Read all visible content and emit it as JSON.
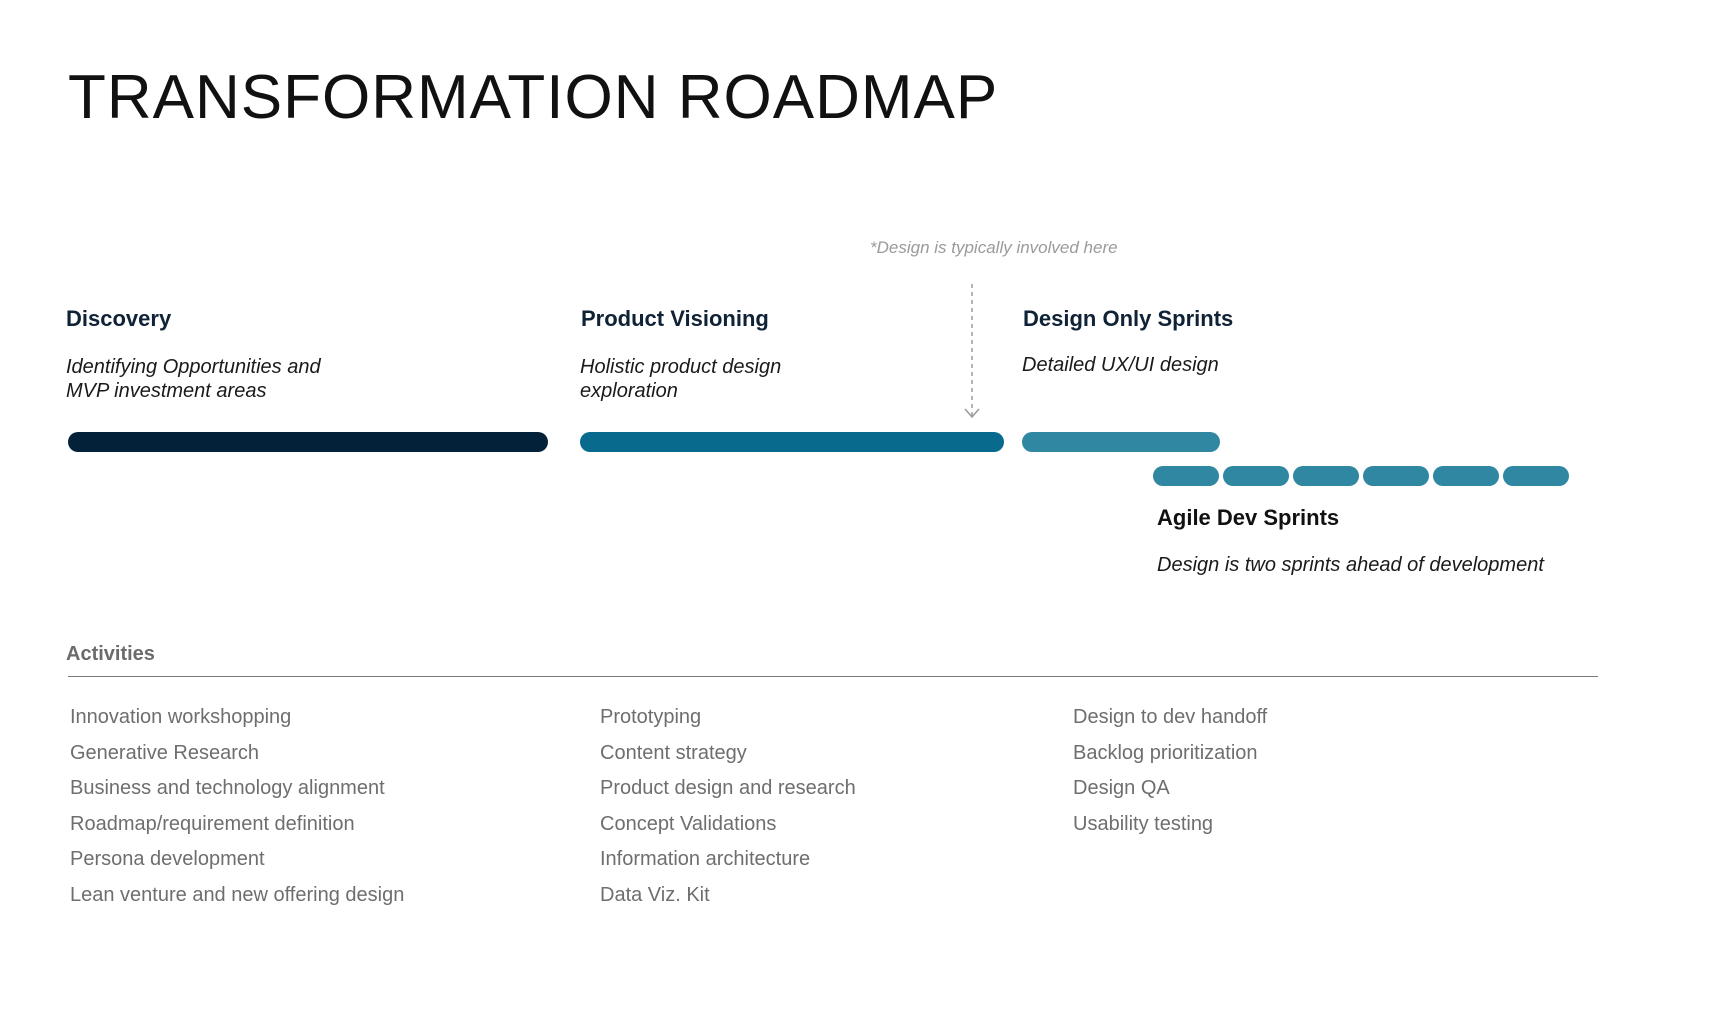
{
  "title": "TRANSFORMATION ROADMAP",
  "design_note": "*Design is typically involved here",
  "phases": [
    {
      "title": "Discovery",
      "desc_lines": [
        "Identifying Opportunities and",
        "MVP investment areas"
      ]
    },
    {
      "title": "Product Visioning",
      "desc_lines": [
        "Holistic product design",
        "exploration"
      ]
    },
    {
      "title": "Design Only Sprints",
      "desc_lines": [
        "Detailed UX/UI design"
      ]
    }
  ],
  "agile": {
    "title": "Agile Dev Sprints",
    "desc": "Design is two sprints ahead of development",
    "sprint_count": 6
  },
  "activities": {
    "heading": "Activities",
    "columns": [
      [
        "Innovation workshopping",
        "Generative Research",
        "Business and technology alignment",
        "Roadmap/requirement definition",
        "Persona development",
        "Lean venture and new offering design"
      ],
      [
        "Prototyping",
        "Content strategy",
        "Product design and research",
        "Concept Validations",
        "Information architecture",
        "Data Viz. Kit"
      ],
      [
        "Design to dev handoff",
        "Backlog prioritization",
        "Design QA",
        "Usability testing"
      ]
    ]
  },
  "colors": {
    "discovery": "#03223a",
    "visioning": "#086a8c",
    "design_sprints": "#3087a1",
    "agile_sprints": "#3087a1"
  }
}
